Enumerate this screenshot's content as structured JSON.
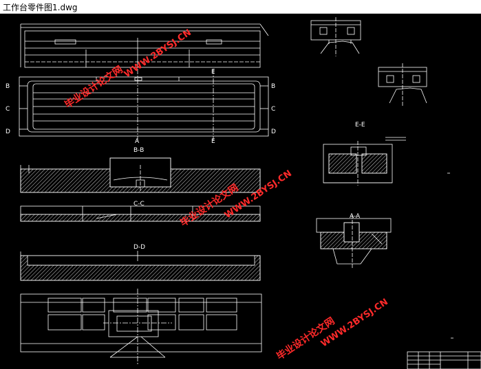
{
  "window": {
    "title": "工作台零件图1.dwg"
  },
  "section_labels": {
    "B_left": "B",
    "B_right": "B",
    "C_left": "C",
    "C_right": "C",
    "D_left": "D",
    "D_right": "D",
    "E_top": "E",
    "E_bottom": "E",
    "A_bottom": "A",
    "bb": "B-B",
    "cc": "C-C",
    "dd": "D-D",
    "ee": "E-E",
    "aa": "A-A"
  },
  "watermarks": {
    "url": "WWW.2BYSJ.CN",
    "cn": "毕业设计论文网"
  },
  "colors": {
    "background": "#000000",
    "line": "#ffffff",
    "hatch": "#cfcfcf",
    "watermark": "#ff2a2a"
  }
}
